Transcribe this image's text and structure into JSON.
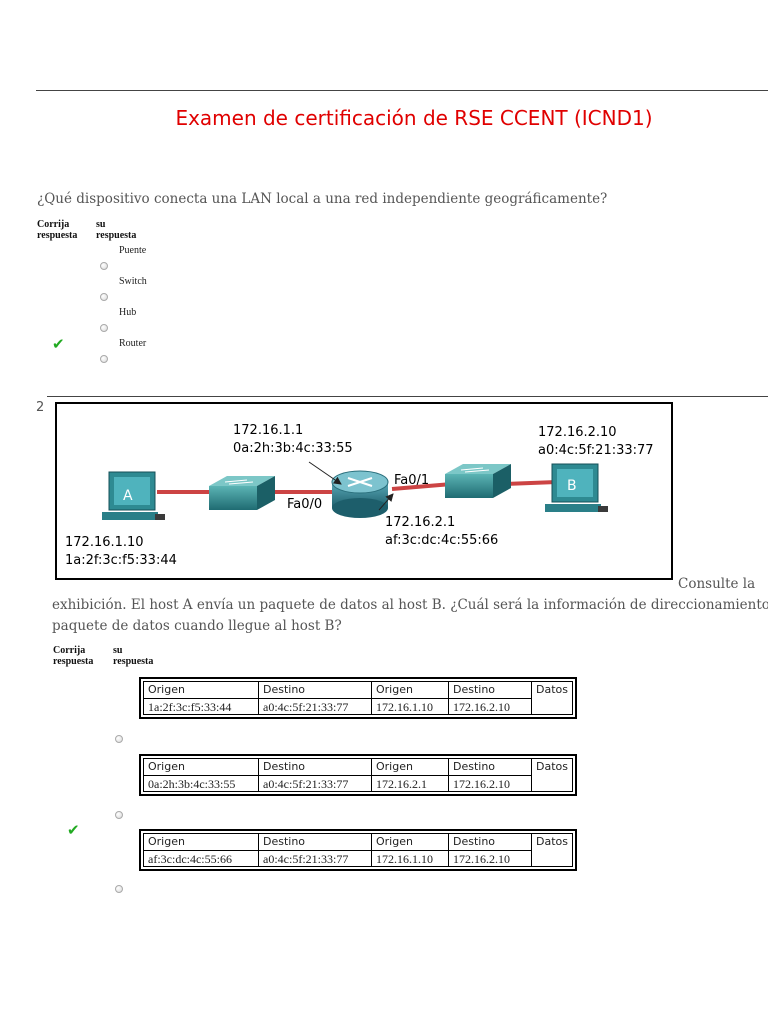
{
  "title": "Examen de certificación de RSE CCENT (ICND1)",
  "headers": {
    "correct": [
      "Corrija",
      "respuesta"
    ],
    "yours": [
      "su",
      "respuesta"
    ]
  },
  "q1": {
    "text": "¿Qué dispositivo conecta una LAN local a una red independiente geográficamente?",
    "options": [
      "Puente",
      "Switch",
      "Hub",
      "Router"
    ],
    "correct_index": 3
  },
  "q2": {
    "number": "2",
    "text_lines": [
      "Consulte la",
      "exhibición. El host A envía un paquete de datos al host B. ¿Cuál será la información de direccionamiento d",
      "paquete de datos cuando llegue al host B?"
    ],
    "diagram": {
      "router_ip": "172.16.1.1",
      "router_mac": "0a:2h:3b:4c:33:55",
      "router_if_left": "Fa0/0",
      "router_if_right": "Fa0/1",
      "router_ip2": "172.16.2.1",
      "router_mac2": "af:3c:dc:4c:55:66",
      "hostA_label": "A",
      "hostA_ip": "172.16.1.10",
      "hostA_mac": "1a:2f:3c:f5:33:44",
      "hostB_label": "B",
      "hostB_ip": "172.16.2.10",
      "hostB_mac": "a0:4c:5f:21:33:77"
    },
    "table_headers": [
      "Origen",
      "Destino",
      "Origen",
      "Destino",
      "Datos"
    ],
    "options": [
      [
        "1a:2f:3c:f5:33:44",
        "a0:4c:5f:21:33:77",
        "172.16.1.10",
        "172.16.2.10"
      ],
      [
        "0a:2h:3b:4c:33:55",
        "a0:4c:5f:21:33:77",
        "172.16.2.1",
        "172.16.2.10"
      ],
      [
        "af:3c:dc:4c:55:66",
        "a0:4c:5f:21:33:77",
        "172.16.1.10",
        "172.16.2.10"
      ]
    ],
    "correct_index": 2
  },
  "colors": {
    "title": "#e00000",
    "check": "#22aa22",
    "link": "#cc4444",
    "router": "#2a7f8f",
    "switch": "#2e8a8a"
  },
  "check_icon": "✔"
}
